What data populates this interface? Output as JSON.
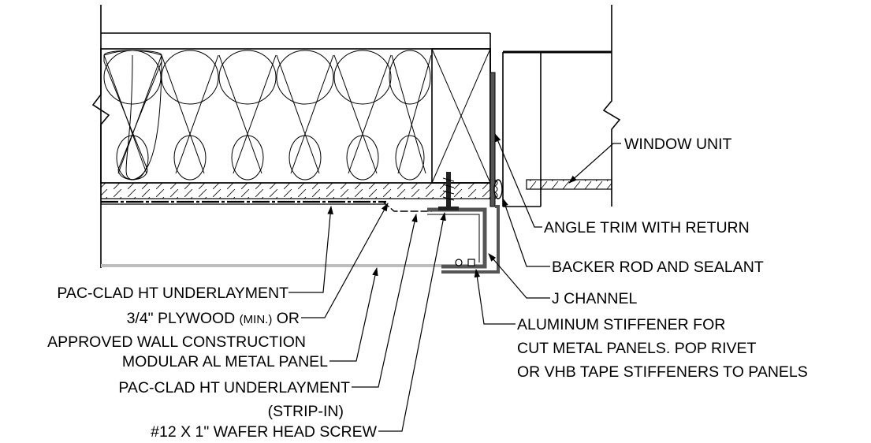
{
  "labels": {
    "window_unit": "WINDOW UNIT",
    "angle_trim": "ANGLE TRIM WITH RETURN",
    "backer_rod": "BACKER ROD AND SEALANT",
    "j_channel": "J CHANNEL",
    "stiffener_1": "ALUMINUM STIFFENER FOR",
    "stiffener_2": "CUT METAL PANELS. POP RIVET",
    "stiffener_3": "OR VHB TAPE STIFFENERS TO PANELS",
    "underlayment": "PAC-CLAD HT UNDERLAYMENT",
    "plywood_a": "3/4\" PLYWOOD ",
    "plywood_min": "(MIN.)",
    "plywood_b": " OR",
    "approved_wall": "APPROVED WALL CONSTRUCTION",
    "metal_panel": "MODULAR AL METAL PANEL",
    "underlayment_strip": "PAC-CLAD HT UNDERLAYMENT",
    "strip_in": "(STRIP-IN)",
    "screw": "#12 X 1\" WAFER HEAD SCREW"
  },
  "colors": {
    "line": "#000000",
    "panel": "#555555",
    "panel_light": "#bdbdbd",
    "background": "#ffffff"
  }
}
